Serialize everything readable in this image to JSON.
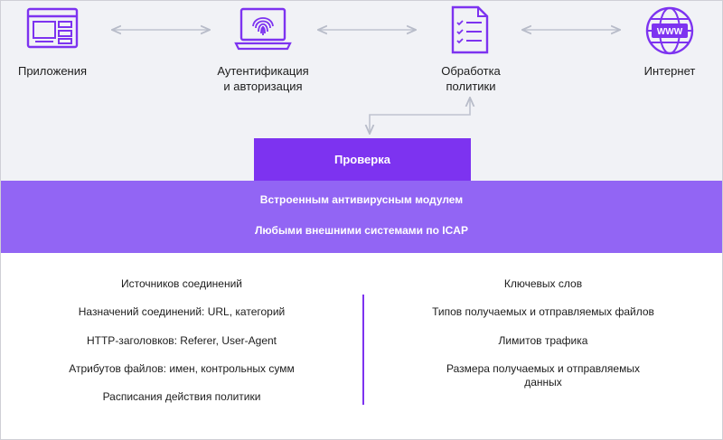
{
  "nodes": [
    {
      "key": "apps",
      "label": "Приложения",
      "icon": "application-window-icon"
    },
    {
      "key": "auth",
      "label": "Аутентификация\nи авторизация",
      "icon": "laptop-fingerprint-icon"
    },
    {
      "key": "policy",
      "label": "Обработка\nполитики",
      "icon": "checklist-document-icon"
    },
    {
      "key": "internet",
      "label": "Интернет",
      "icon": "globe-www-icon"
    }
  ],
  "check": {
    "label": "Проверка"
  },
  "band": {
    "line1": "Встроенным антивирусным модулем",
    "line2": "Любыми внешними системами по ICAP"
  },
  "criteria": {
    "left": [
      "Источников соединений",
      "Назначений соединений: URL, категорий",
      "HTTP-заголовков: Referer, User-Agent",
      "Атрибутов файлов: имен, контрольных сумм",
      "Расписания действия политики"
    ],
    "right": [
      "Ключевых слов",
      "Типов получаемых и отправляемых файлов",
      "Лимитов трафика",
      "Размера получаемых и отправляемых\nданных"
    ]
  },
  "colors": {
    "accent": "#7d33f0",
    "band": "#9265f4",
    "top_background": "#f1f2f6",
    "connector": "#bfc3cf"
  }
}
